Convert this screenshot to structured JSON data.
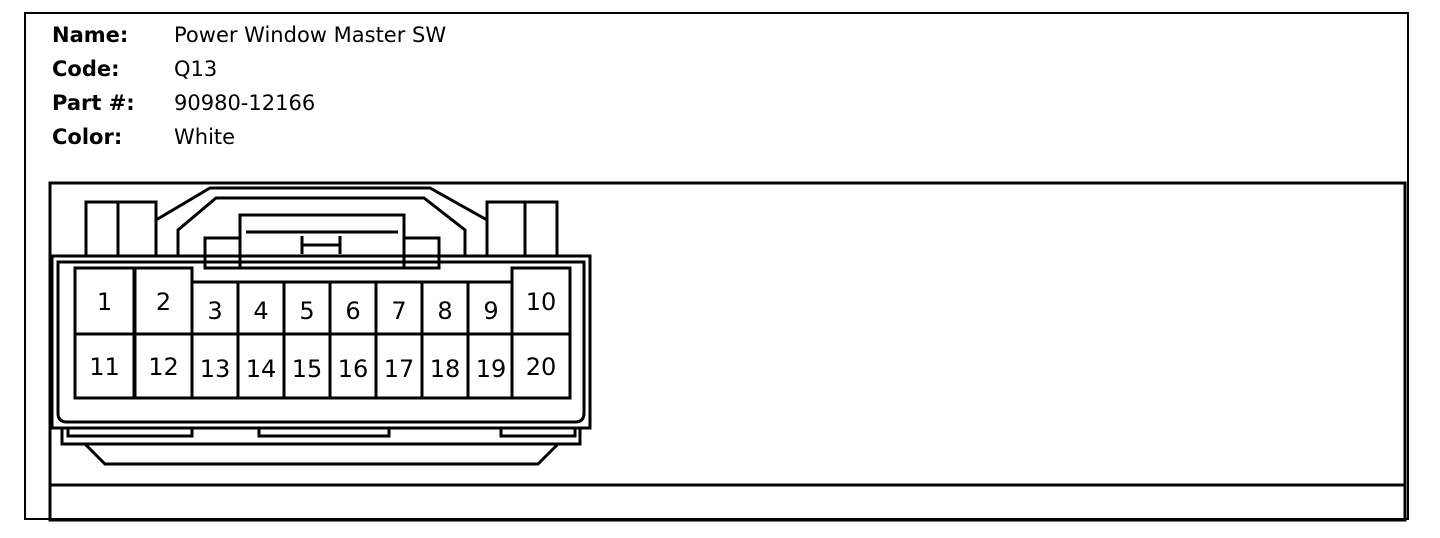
{
  "connector": {
    "name_label": "Name:",
    "name": "Power Window Master SW",
    "code_label": "Code:",
    "code": "Q13",
    "part_label": "Part #:",
    "part": "90980-12166",
    "color_label": "Color:",
    "color": "White"
  },
  "pins": {
    "top": [
      "1",
      "2",
      "3",
      "4",
      "5",
      "6",
      "7",
      "8",
      "9",
      "10"
    ],
    "bottom": [
      "11",
      "12",
      "13",
      "14",
      "15",
      "16",
      "17",
      "18",
      "19",
      "20"
    ]
  }
}
